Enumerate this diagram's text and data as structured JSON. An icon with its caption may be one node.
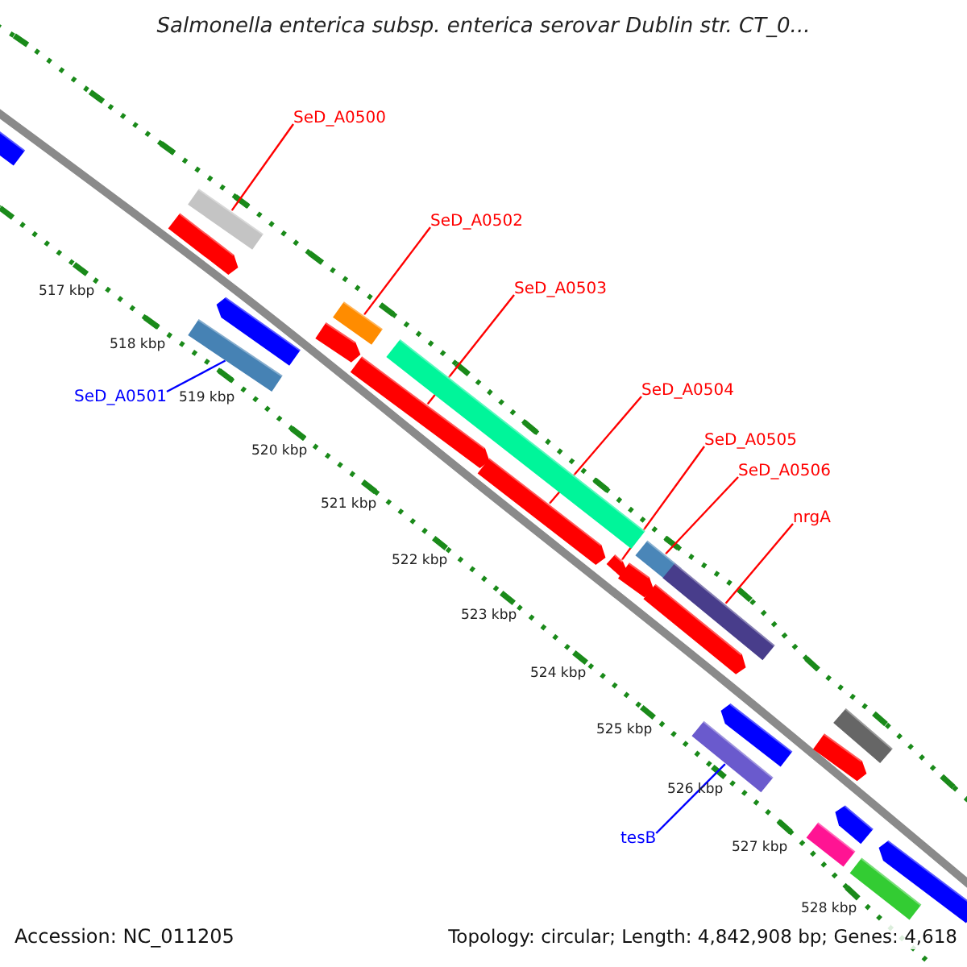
{
  "diagram": {
    "title": "Salmonella enterica subsp. enterica serovar Dublin str. CT_0...",
    "nodes": [
      {
        "text": [
          "SeD_A0500"
        ]
      },
      {
        "text": [],
        "shape": "bar"
      },
      {
        "text": [
          "SeD_A0502"
        ]
      },
      {
        "text": [],
        "shape": "bar"
      },
      {
        "text": [
          "SeD_A0503"
        ]
      },
      {
        "text": [],
        "shape": "bar"
      },
      {
        "text": [
          "SeD_A0501"
        ]
      },
      {
        "text": [],
        "shape": "bar"
      },
      {
        "text": [
          "SeD_A0504"
        ]
      },
      {
        "text": [],
        "shape": "bar"
      },
      {
        "text": [
          "SeD_A0505"
        ]
      },
      {
        "text": [],
        "shape": "bar"
      },
      {
        "text": [
          "SeD_A0506"
        ]
      },
      {
        "text": [],
        "shape": "bar"
      },
      {
        "text": [
          "nrgA"
        ]
      },
      {
        "text": [],
        "shape": "bar"
      },
      {
        "text": [
          "tesB"
        ]
      },
      {
        "text": [],
        "shape": "bar"
      },
      {
        "text": [],
        "shape": "bar"
      },
      {
        "text": [],
        "shape": "bar"
      },
      {
        "text": [],
        "shape": "bar"
      },
      {
        "text": [],
        "shape": "bar"
      },
      {
        "text": [],
        "shape": "bar"
      },
      {
        "text": [],
        "shape": "bar"
      },
      {
        "text": [],
        "shape": "bar"
      },
      {
        "text": [],
        "shape": "bar"
      },
      {
        "text": [],
        "shape": "bar"
      },
      {
        "text": [],
        "shape": "bar"
      },
      {
        "text": [],
        "shape": "bar"
      },
      {
        "text": [],
        "shape": "bar"
      },
      {
        "text": [],
        "shape": "bar"
      },
      {
        "text": [],
        "shape": "bar"
      }
    ],
    "edges": [
      {
        "from": 0,
        "to": 1,
        "arrow": "none"
      },
      {
        "from": 2,
        "to": 3,
        "arrow": "none"
      },
      {
        "from": 4,
        "to": 5,
        "arrow": "none"
      },
      {
        "from": 6,
        "to": 7,
        "arrow": "none",
        "color": "#0000ff"
      },
      {
        "from": 8,
        "to": 9,
        "arrow": "none"
      },
      {
        "from": 10,
        "to": 11,
        "arrow": "none"
      },
      {
        "from": 12,
        "to": 13,
        "arrow": "none"
      },
      {
        "from": 14,
        "to": 15,
        "arrow": "none"
      },
      {
        "from": 16,
        "to": 17,
        "arrow": "none",
        "color": "#0000ff"
      }
    ],
    "labels": [
      "517 kbp",
      "518 kbp",
      "519 kbp",
      "520 kbp",
      "521 kbp",
      "522 kbp",
      "523 kbp",
      "524 kbp",
      "525 kbp",
      "526 kbp",
      "527 kbp",
      "528 kbp",
      "Accession: NC_011205",
      "Topology: circular; Length: 4,842,908 bp; Genes: 4,618"
    ]
  }
}
